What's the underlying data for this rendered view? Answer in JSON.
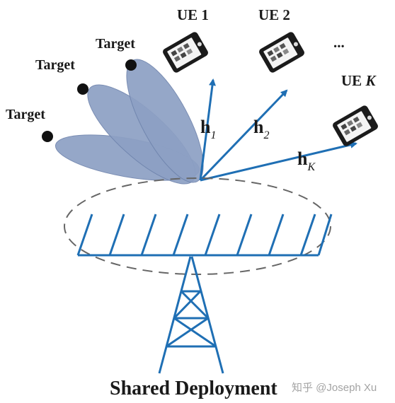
{
  "targets": [
    "Target",
    "Target",
    "Target"
  ],
  "users": {
    "ue1": "UE 1",
    "ue2": "UE 2",
    "ellipsis": "...",
    "ueK_prefix": "UE ",
    "ueK_index": "K"
  },
  "channels": {
    "symbol": "h",
    "h1_sub": "1",
    "h2_sub": "2",
    "hK_sub": "K"
  },
  "caption": "Shared Deployment",
  "watermark": "知乎 @Joseph Xu",
  "colors": {
    "beam": "#8da0c4",
    "beam_edge": "#6f84ad",
    "arrow": "#1f6fb4",
    "antenna": "#1f6fb4",
    "ellipse": "#666666",
    "target_dot": "#111111"
  }
}
